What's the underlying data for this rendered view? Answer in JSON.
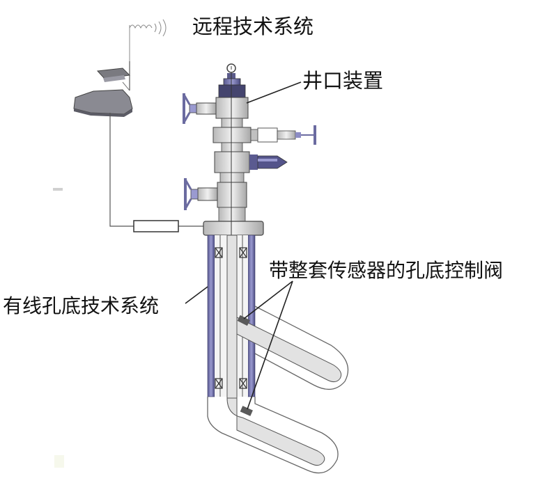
{
  "labels": {
    "remote_system": "远程技术系统",
    "wellhead": "井口装置",
    "downhole_valve": "带整套传感器的孔底控制阀",
    "wired_downhole_system": "有线孔底技术系统"
  },
  "colors": {
    "line": "#333333",
    "purple_dark": "#4a4a7a",
    "purple_mid": "#6b6ba0",
    "purple_light": "#8c8cc4",
    "gray_body": "#c8c8c8",
    "gray_light": "#e6e6e6",
    "antenna": "#888888",
    "marker": "#d0d0d0"
  }
}
